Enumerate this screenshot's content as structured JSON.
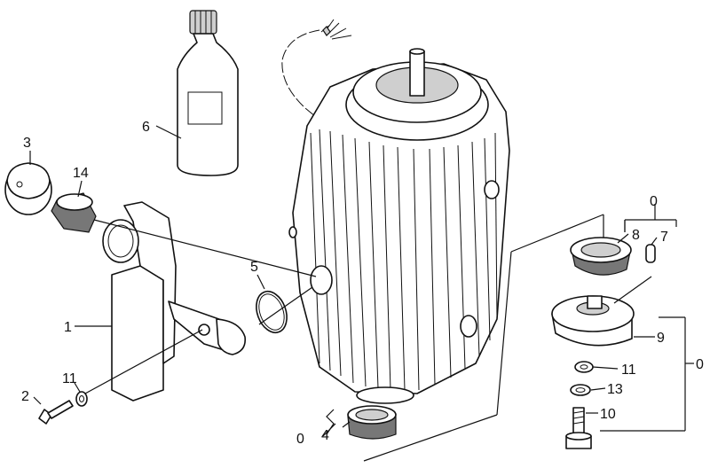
{
  "diagram": {
    "callouts": [
      {
        "id": "c1",
        "text": "1"
      },
      {
        "id": "c2",
        "text": "2"
      },
      {
        "id": "c3",
        "text": "3"
      },
      {
        "id": "c4",
        "text": "4"
      },
      {
        "id": "c5",
        "text": "5"
      },
      {
        "id": "c6",
        "text": "6"
      },
      {
        "id": "c7",
        "text": "7"
      },
      {
        "id": "c8",
        "text": "8"
      },
      {
        "id": "c9",
        "text": "9"
      },
      {
        "id": "c10",
        "text": "10"
      },
      {
        "id": "c11a",
        "text": "11"
      },
      {
        "id": "c11b",
        "text": "11"
      },
      {
        "id": "c13",
        "text": "13"
      },
      {
        "id": "c14",
        "text": "14"
      },
      {
        "id": "c0a",
        "text": "0"
      },
      {
        "id": "c0b",
        "text": "0"
      },
      {
        "id": "c0c",
        "text": "0"
      }
    ]
  }
}
